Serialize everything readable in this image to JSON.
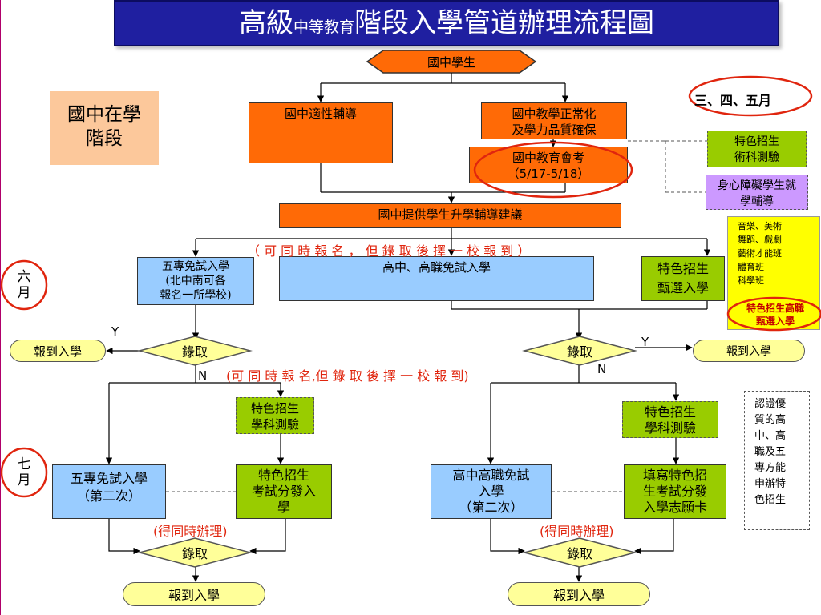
{
  "title": {
    "big_a": "高級",
    "small": "中等教育",
    "big_b": "階段入學管道辦理流程圖"
  },
  "start": "國中學生",
  "stage_label": "國中在學\n階段",
  "months_label_top": "三、四、五月",
  "month_june": "六\n月",
  "month_july": "七\n月",
  "boxes": {
    "aptitude": "國中適性輔導",
    "normalize": "國中教學正常化\n及學力品質確保",
    "exam": "國中教育會考\n（5/17-5/18）",
    "arts_test": "特色招生\n術科測驗",
    "disabled": "身心障礙學生就\n學輔導",
    "guidance": "國中提供學生升學輔導建議",
    "five_year": "五專免試入學\n(北中南可各\n報名一所學校)",
    "high_vocational": "高中、高職免試入學",
    "special_select": "特色招生\n甄選入學",
    "special_list": "音樂、美術\n舞蹈、戲劇\n藝術才能班\n體育班\n科學班",
    "special_select_highlight": "特色招生高職\n甄選入學",
    "left_subject_test": "特色招生\n學科測驗",
    "right_subject_test": "特色招生\n學科測驗",
    "left_exam_alloc": "特色招生\n考試分發入\n學",
    "right_exam_alloc": "填寫特色招\n生考試分發\n入學志願卡",
    "five_year_2": "五專免試入學\n（第二次）",
    "high_vocational_2": "高中高職免試\n入學\n（第二次）",
    "certified_note": "認證優\n質的高\n中、高\n職及五\n專方能\n申辦特\n色招生"
  },
  "notes": {
    "can_apply_top": "（ 可 同 時 報 名 ， 但 錄 取 後 擇 一 校 報 到 ）",
    "can_apply_mid": "(可 同 時 報 名,但 錄 取 後 擇 一 校 報 到)",
    "simultaneous_left": "(得同時辦理)",
    "simultaneous_right": "(得同時辦理)"
  },
  "decisions": {
    "admit_left": "錄取",
    "admit_right": "錄取",
    "admit_bottom_left": "錄取",
    "admit_bottom_right": "錄取",
    "yes": "Y",
    "no": "N"
  },
  "enroll": {
    "left_top": "報到入學",
    "right_top": "報到入學",
    "bottom_left": "報到入學",
    "bottom_right": "報到入學"
  },
  "colors": {
    "title_bg": "#1f1fa0",
    "orange": "#ff6a06",
    "blue": "#99ccff",
    "green": "#99cc00",
    "purple": "#cc99ff",
    "yellow": "#ffff00",
    "decision": "#ffff99",
    "highlight_ring": "#e0250e",
    "note_red": "#e0250e"
  }
}
